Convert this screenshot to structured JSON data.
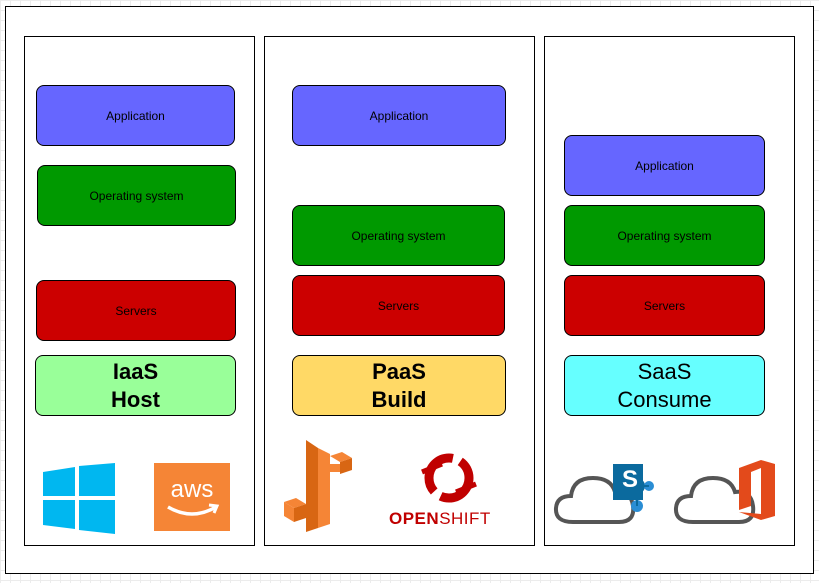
{
  "labels": {
    "application": "Application",
    "operating_system": "Operating system",
    "servers": "Servers"
  },
  "iaas": {
    "line1": "IaaS",
    "line2": "Host"
  },
  "paas": {
    "line1": "PaaS",
    "line2": "Build"
  },
  "saas": {
    "line1": "SaaS",
    "line2": "Consume"
  },
  "logos": {
    "aws_text": "aws",
    "openshift_open": "OPEN",
    "openshift_shift": "SHIFT",
    "sharepoint_letter": "S"
  },
  "colors": {
    "application": "#6666ff",
    "operating_system": "#009900",
    "servers": "#cc0000",
    "iaas": "#99ff99",
    "paas": "#ffd966",
    "saas": "#66ffff"
  }
}
